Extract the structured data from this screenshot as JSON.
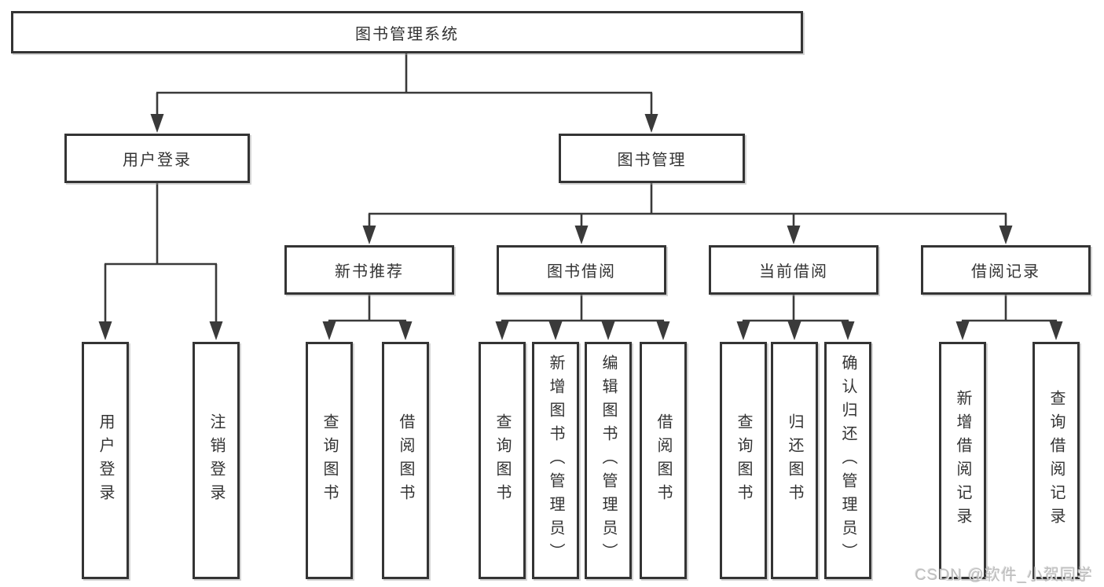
{
  "org_chart": {
    "type": "hierarchy-diagram",
    "root": {
      "label": "图书管理系统"
    },
    "children": [
      {
        "label": "用户登录",
        "children": [
          {
            "label": "用户登录"
          },
          {
            "label": "注销登录"
          }
        ]
      },
      {
        "label": "图书管理",
        "children": [
          {
            "label": "新书推荐",
            "children": [
              {
                "label": "查询图书"
              },
              {
                "label": "借阅图书"
              }
            ]
          },
          {
            "label": "图书借阅",
            "children": [
              {
                "label": "查询图书"
              },
              {
                "label": "新增图书（管理员）"
              },
              {
                "label": "编辑图书（管理员）"
              },
              {
                "label": "借阅图书"
              }
            ]
          },
          {
            "label": "当前借阅",
            "children": [
              {
                "label": "查询图书"
              },
              {
                "label": "归还图书"
              },
              {
                "label": "确认归还（管理员）"
              }
            ]
          },
          {
            "label": "借阅记录",
            "children": [
              {
                "label": "新增借阅记录"
              },
              {
                "label": "查询借阅记录"
              }
            ]
          }
        ]
      }
    ]
  },
  "watermark": {
    "text": "CSDN @软件_小贺同学"
  },
  "colors": {
    "line": "#3a3a3a",
    "box_border": "#343434",
    "text": "#333333",
    "background": "#ffffff",
    "watermark": "#bdbdbd"
  }
}
